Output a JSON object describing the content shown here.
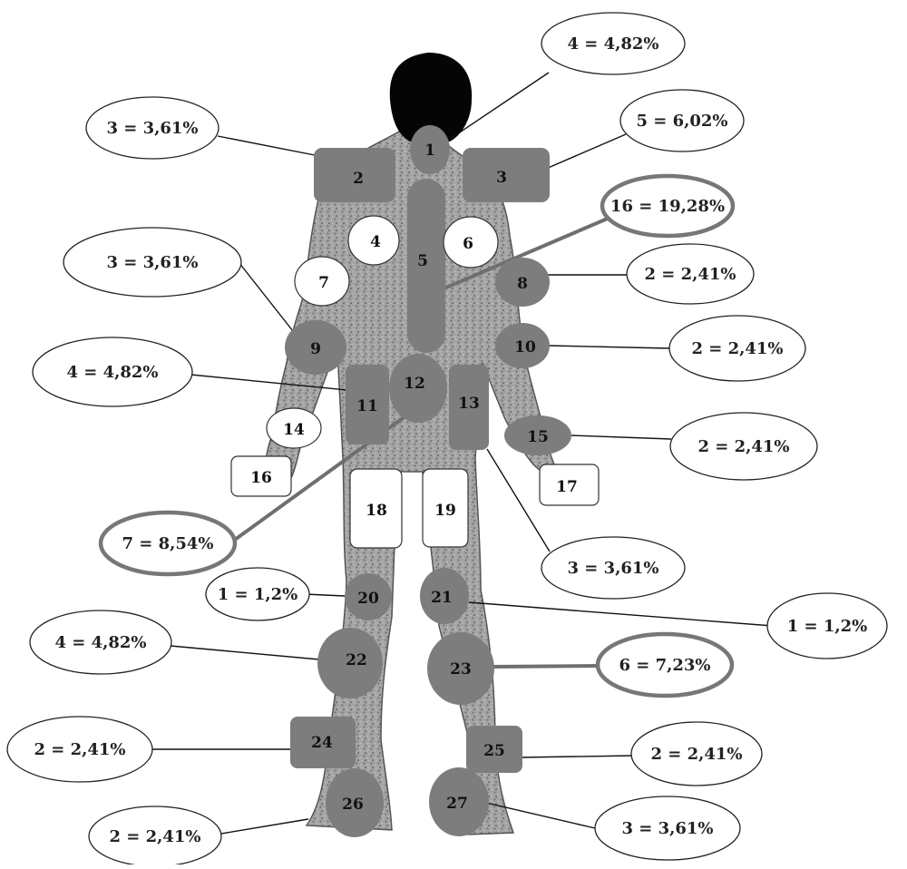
{
  "colors": {
    "region_shaded": "#7d7d7d",
    "region_unshaded": "#ffffff",
    "body_fill": "#9a9a9a",
    "head_fill": "#050505",
    "highlight_ring": "#777777",
    "leader_line": "#111111"
  },
  "regions": [
    {
      "id": "1",
      "shaded": true
    },
    {
      "id": "2",
      "shaded": true
    },
    {
      "id": "3",
      "shaded": true
    },
    {
      "id": "4",
      "shaded": false
    },
    {
      "id": "5",
      "shaded": true
    },
    {
      "id": "6",
      "shaded": false
    },
    {
      "id": "7",
      "shaded": false
    },
    {
      "id": "8",
      "shaded": true
    },
    {
      "id": "9",
      "shaded": true
    },
    {
      "id": "10",
      "shaded": true
    },
    {
      "id": "11",
      "shaded": true
    },
    {
      "id": "12",
      "shaded": true
    },
    {
      "id": "13",
      "shaded": true
    },
    {
      "id": "14",
      "shaded": false
    },
    {
      "id": "15",
      "shaded": true
    },
    {
      "id": "16",
      "shaded": false
    },
    {
      "id": "17",
      "shaded": false
    },
    {
      "id": "18",
      "shaded": false
    },
    {
      "id": "19",
      "shaded": false
    },
    {
      "id": "20",
      "shaded": true
    },
    {
      "id": "21",
      "shaded": true
    },
    {
      "id": "22",
      "shaded": true
    },
    {
      "id": "23",
      "shaded": true
    },
    {
      "id": "24",
      "shaded": true
    },
    {
      "id": "25",
      "shaded": true
    },
    {
      "id": "26",
      "shaded": true
    },
    {
      "id": "27",
      "shaded": true
    }
  ],
  "callouts": [
    {
      "region": "1",
      "count": 4,
      "percent": "4,82%",
      "label": "4 = 4,82%",
      "highlighted": false
    },
    {
      "region": "2",
      "count": 3,
      "percent": "3,61%",
      "label": "3 = 3,61%",
      "highlighted": false
    },
    {
      "region": "3",
      "count": 5,
      "percent": "6,02%",
      "label": "5 = 6,02%",
      "highlighted": false
    },
    {
      "region": "5",
      "count": 16,
      "percent": "19,28%",
      "label": "16 = 19,28%",
      "highlighted": true
    },
    {
      "region": "9",
      "count": 3,
      "percent": "3,61%",
      "label": "3 = 3,61%",
      "highlighted": false
    },
    {
      "region": "8",
      "count": 2,
      "percent": "2,41%",
      "label": "2 = 2,41%",
      "highlighted": false
    },
    {
      "region": "10",
      "count": 2,
      "percent": "2,41%",
      "label": "2 = 2,41%",
      "highlighted": false
    },
    {
      "region": "11",
      "count": 4,
      "percent": "4,82%",
      "label": "4 = 4,82%",
      "highlighted": false
    },
    {
      "region": "15",
      "count": 2,
      "percent": "2,41%",
      "label": "2 = 2,41%",
      "highlighted": false
    },
    {
      "region": "12",
      "count": 7,
      "percent": "8,54%",
      "label": "7 = 8,54%",
      "highlighted": true
    },
    {
      "region": "13",
      "count": 3,
      "percent": "3,61%",
      "label": "3 = 3,61%",
      "highlighted": false
    },
    {
      "region": "20",
      "count": 1,
      "percent": "1,2%",
      "label": "1 = 1,2%",
      "highlighted": false
    },
    {
      "region": "21",
      "count": 1,
      "percent": "1,2%",
      "label": "1 = 1,2%",
      "highlighted": false
    },
    {
      "region": "22",
      "count": 4,
      "percent": "4,82%",
      "label": "4 = 4,82%",
      "highlighted": false
    },
    {
      "region": "23",
      "count": 6,
      "percent": "7,23%",
      "label": "6 = 7,23%",
      "highlighted": true
    },
    {
      "region": "24",
      "count": 2,
      "percent": "2,41%",
      "label": "2 = 2,41%",
      "highlighted": false
    },
    {
      "region": "25",
      "count": 2,
      "percent": "2,41%",
      "label": "2 = 2,41%",
      "highlighted": false
    },
    {
      "region": "26",
      "count": 2,
      "percent": "2,41%",
      "label": "2 = 2,41%",
      "highlighted": false
    },
    {
      "region": "27",
      "count": 3,
      "percent": "3,61%",
      "label": "3 = 3,61%",
      "highlighted": false
    }
  ]
}
